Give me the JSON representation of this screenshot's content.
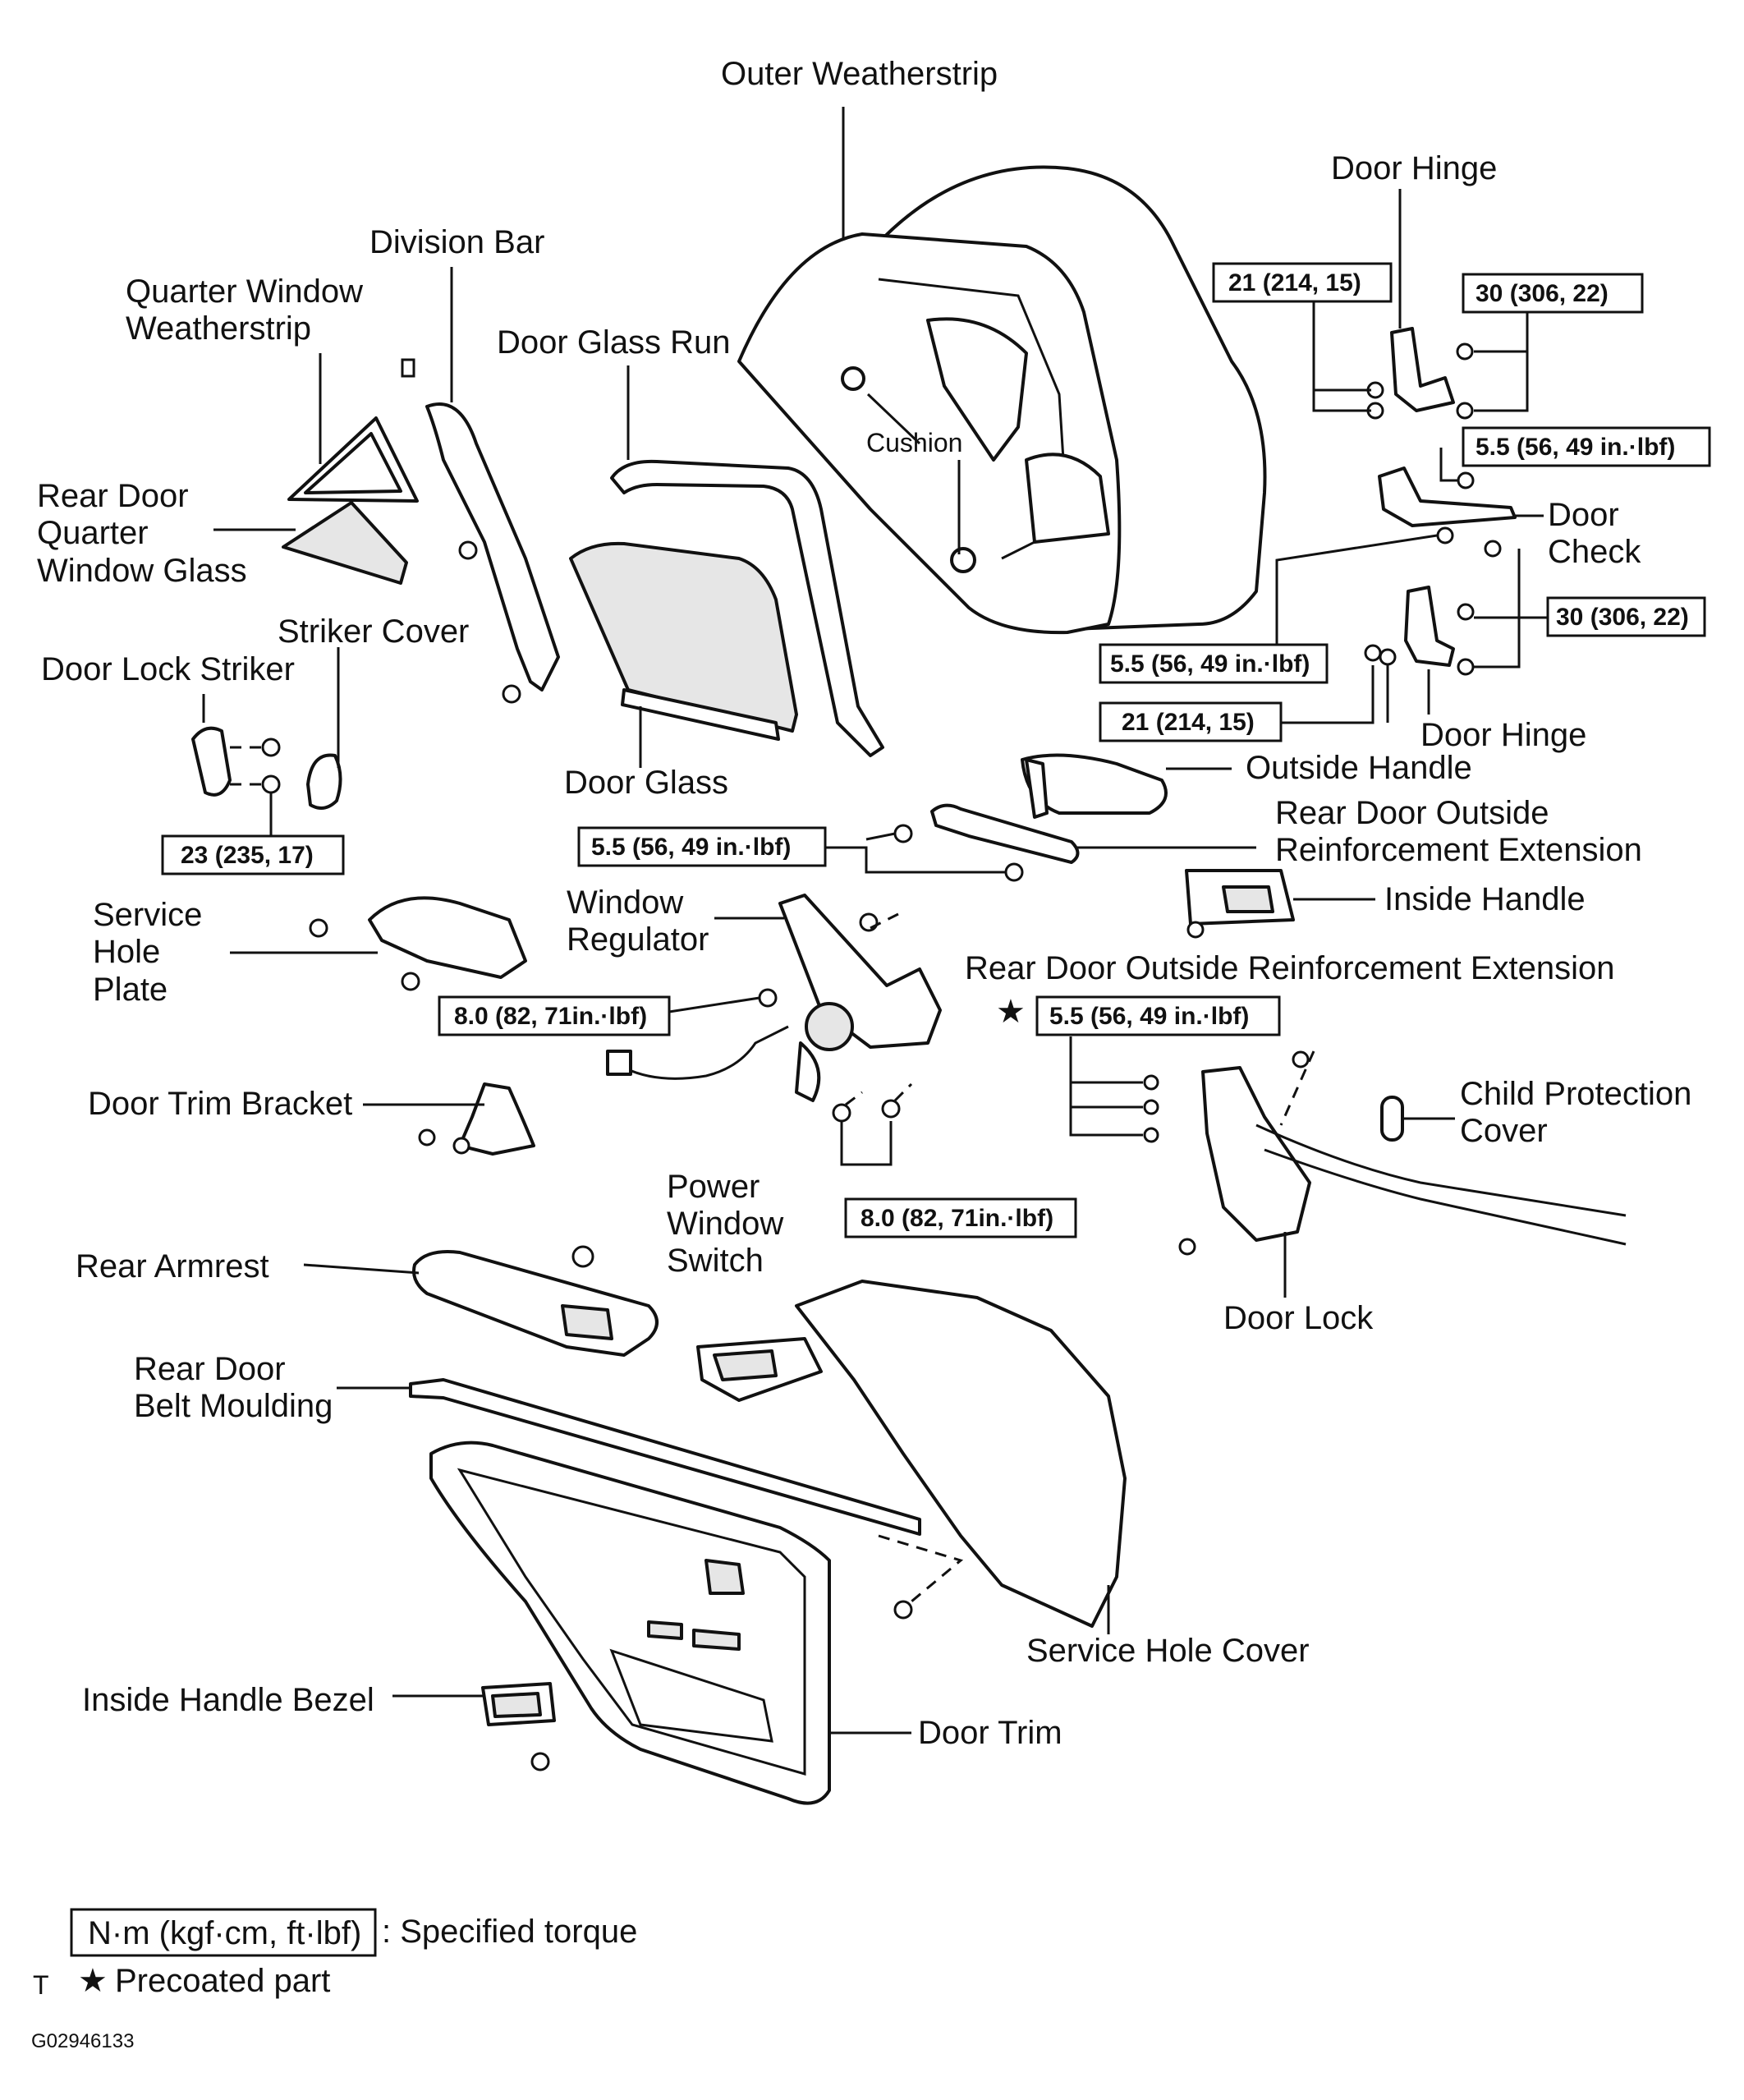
{
  "labels": {
    "outer_weatherstrip": "Outer Weatherstrip",
    "door_hinge_upper": "Door Hinge",
    "division_bar": "Division Bar",
    "quarter_window_weatherstrip_1": "Quarter Window",
    "quarter_window_weatherstrip_2": "Weatherstrip",
    "door_glass_run": "Door Glass Run",
    "cushion": "Cushion",
    "rear_door_quarter_glass_1": "Rear Door",
    "rear_door_quarter_glass_2": "Quarter",
    "rear_door_quarter_glass_3": "Window Glass",
    "door_check_1": "Door",
    "door_check_2": "Check",
    "striker_cover": "Striker Cover",
    "door_lock_striker": "Door Lock Striker",
    "door_glass": "Door Glass",
    "door_hinge_lower": "Door Hinge",
    "outside_handle": "Outside Handle",
    "rear_door_outside_reinf_1": "Rear Door Outside",
    "rear_door_outside_reinf_2": "Reinforcement Extension",
    "inside_handle": "Inside Handle",
    "service_hole_plate_1": "Service",
    "service_hole_plate_2": "Hole",
    "service_hole_plate_3": "Plate",
    "window_regulator_1": "Window",
    "window_regulator_2": "Regulator",
    "rear_door_outside_reinf_ext": "Rear Door Outside Reinforcement Extension",
    "child_protection_1": "Child Protection",
    "child_protection_2": "Cover",
    "door_trim_bracket": "Door Trim Bracket",
    "power_window_switch_1": "Power",
    "power_window_switch_2": "Window",
    "power_window_switch_3": "Switch",
    "rear_armrest": "Rear Armrest",
    "door_lock": "Door Lock",
    "rear_door_belt_moulding_1": "Rear Door",
    "rear_door_belt_moulding_2": "Belt Moulding",
    "service_hole_cover": "Service Hole Cover",
    "inside_handle_bezel": "Inside Handle Bezel",
    "door_trim": "Door Trim"
  },
  "torques": {
    "hinge_upper_left": "21 (214, 15)",
    "hinge_upper_right": "30 (306, 22)",
    "check_right": "5.5 (56, 49 in.·lbf)",
    "hinge_lower_right": "30 (306, 22)",
    "check_left": "5.5 (56, 49 in.·lbf)",
    "hinge_lower_left": "21 (214, 15)",
    "striker": "23 (235, 17)",
    "outside_handle": "5.5 (56, 49 in.·lbf)",
    "regulator_left": "8.0 (82, 71in.·lbf)",
    "door_lock": "5.5 (56, 49 in.·lbf)",
    "regulator_bottom": "8.0 (82, 71in.·lbf)"
  },
  "star_symbol": "★",
  "legend": {
    "torque_unit": "N·m (kgf·cm, ft·lbf)",
    "torque_desc": ": Specified torque",
    "precoated_prefix": "T",
    "precoated_desc": "Precoated part"
  },
  "figure_code": "G02946133"
}
